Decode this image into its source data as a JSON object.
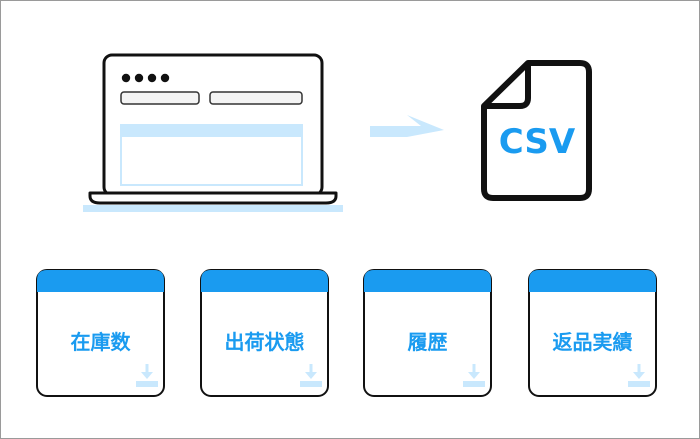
{
  "colors": {
    "accent": "#1a9bf0",
    "accent_light": "#c9e8fd",
    "outline": "#111111",
    "bar_gray": "#f4f4f4",
    "frame_border": "#9a9a9a"
  },
  "file": {
    "label": "CSV",
    "icon": "csv-file-icon"
  },
  "source": {
    "icon": "laptop-icon",
    "window_dots": 4
  },
  "arrow": {
    "icon": "arrow-right-icon"
  },
  "cards": [
    {
      "label": "在庫数",
      "icon": "download-icon"
    },
    {
      "label": "出荷状態",
      "icon": "download-icon"
    },
    {
      "label": "履歴",
      "icon": "download-icon"
    },
    {
      "label": "返品実績",
      "icon": "download-icon"
    }
  ]
}
